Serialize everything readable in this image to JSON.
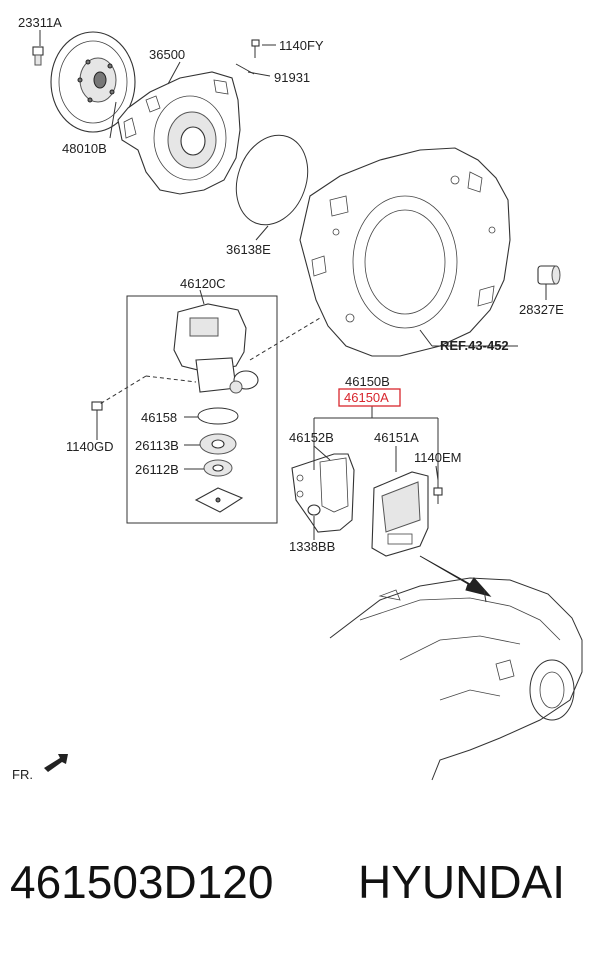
{
  "labels": {
    "p23311a": "23311A",
    "p36500": "36500",
    "p1140fy": "1140FY",
    "p91931": "91931",
    "p48010b": "48010B",
    "p36138e": "36138E",
    "p28327e": "28327E",
    "p46120c": "46120C",
    "ref": "REF.43-452",
    "p46150b": "46150B",
    "p46150a": "46150A",
    "p46158": "46158",
    "p1140gd": "1140GD",
    "p26113b": "26113B",
    "p26112b": "26112B",
    "p46152b": "46152B",
    "p46151a": "46151A",
    "p1140em": "1140EM",
    "p1338bb": "1338BB",
    "fr": "FR."
  },
  "footer": {
    "part_number": "461503D120",
    "brand": "HYUNDAI"
  },
  "colors": {
    "highlight": "#d8262d",
    "line": "#333333"
  }
}
